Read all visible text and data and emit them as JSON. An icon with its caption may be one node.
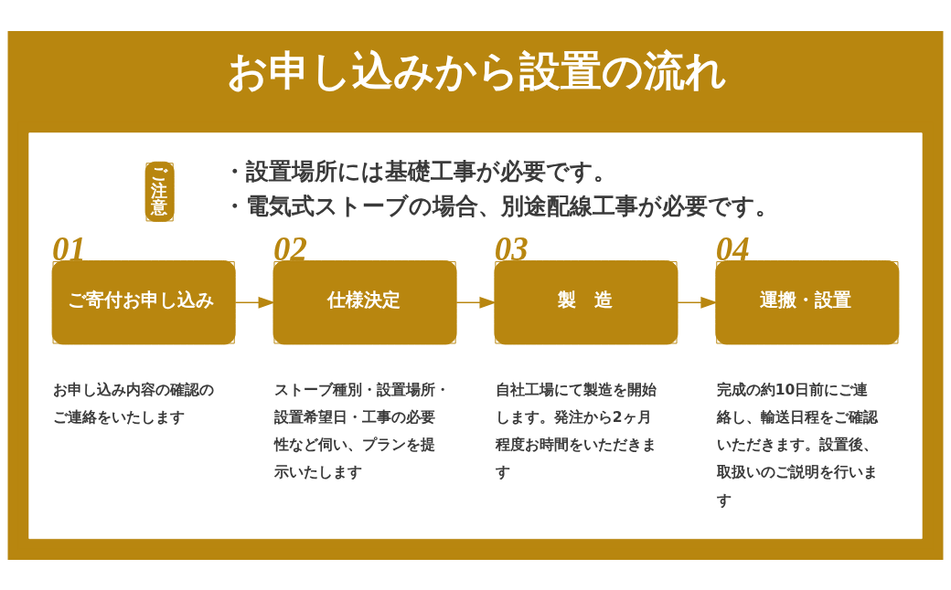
{
  "diagram": {
    "title": "お申し込みから設置の流れ",
    "nodes": [
      {
        "text": [],
        "shape": "box"
      },
      {
        "text": [
          "ご注意"
        ],
        "in": 0,
        "beside": [
          "・設置場所には基礎工事が必要です。",
          "・電気式ストーブの場合、別途配線工事が必要です。"
        ]
      },
      {
        "text": [
          "01",
          "ご寄付お申し込み"
        ],
        "in": 0,
        "beside": [
          "お申し込み内容の確認のご連絡をいたします"
        ]
      },
      {
        "text": [
          "02",
          "仕様決定"
        ],
        "in": 0,
        "beside": [
          "ストーブ種別・設置場所・設置希望日・工事の必要性など伺い、プランを提示いたします"
        ]
      },
      {
        "text": [
          "03",
          "製　造"
        ],
        "in": 0,
        "beside": [
          "自社工場にて製造を開始します。発注から2ヶ月程度お時間をいただきます"
        ]
      },
      {
        "text": [
          "04",
          "運搬・設置"
        ],
        "in": 0,
        "beside": [
          "完成の約10日前にご連絡し、輸送日程をご確認いただきます。設置後、取扱いのご説明を行います"
        ]
      }
    ],
    "edges": [
      {
        "from": 2,
        "to": 3,
        "arrow": "to"
      },
      {
        "from": 3,
        "to": 4,
        "arrow": "to"
      },
      {
        "from": 4,
        "to": 5,
        "arrow": "to"
      }
    ]
  }
}
